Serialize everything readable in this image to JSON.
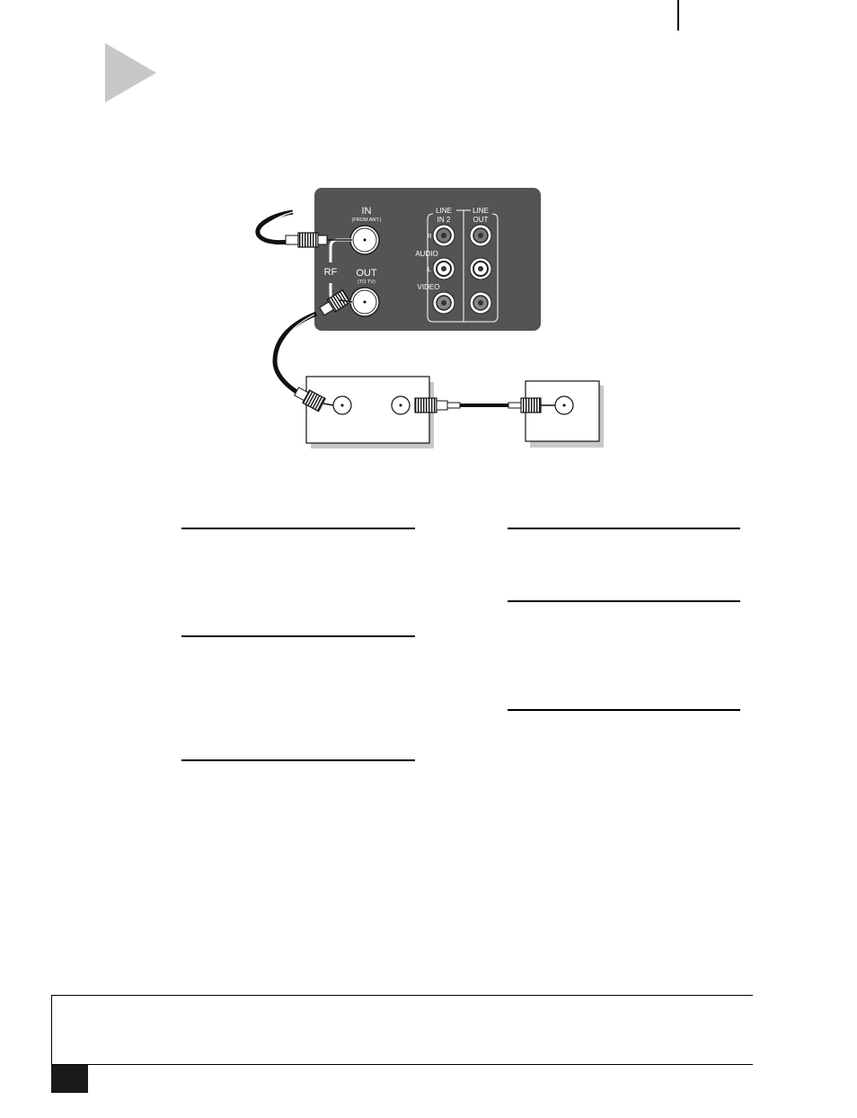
{
  "diagram": {
    "panel": {
      "rf": {
        "in_label": "IN",
        "in_sub": "(FROM ANT.)",
        "out_label": "OUT",
        "out_sub": "(TO TV)",
        "rf_label": "RF"
      },
      "line": {
        "line_in_label": "LINE",
        "in2_label": "IN 2",
        "line_out_label": "LINE",
        "out_label": "OUT",
        "audio_label": "AUDIO",
        "r_label": "R",
        "l_label": "L",
        "video_label": "VIDEO"
      }
    },
    "colors": {
      "panel": "#545454",
      "jack_outer": "#ffffff",
      "cable": "#111111",
      "shadow": "#c8c8c8"
    }
  }
}
